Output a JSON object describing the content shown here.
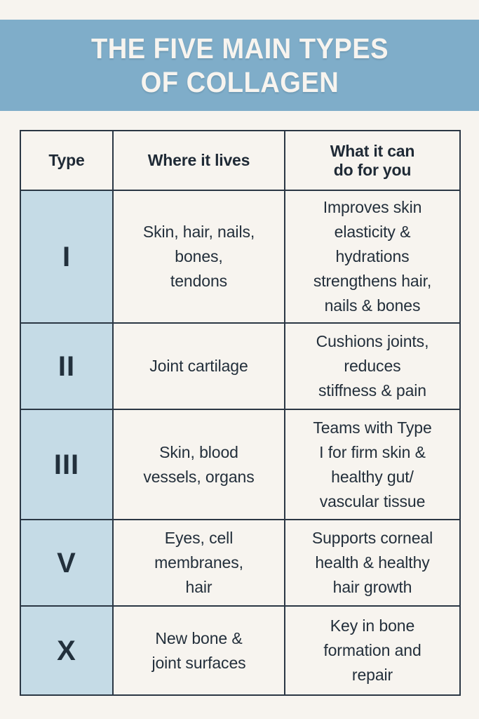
{
  "banner": {
    "title_line_1": "THE FIVE MAIN TYPES",
    "title_line_2": "OF COLLAGEN",
    "background_color": "#7fadc9",
    "text_color": "#f7f4ef"
  },
  "page": {
    "background_color": "#f7f4ef",
    "border_color": "#2b3744",
    "type_cell_color": "#c5dbe6",
    "body_text_color": "#232f3b"
  },
  "table": {
    "headers": {
      "type": "Type",
      "where": "Where it lives",
      "what": "What it can\ndo for you"
    },
    "rows": [
      {
        "type": "I",
        "where": "Skin, hair, nails,\nbones,\ntendons",
        "what": "Improves skin\nelasticity &\nhydrations\nstrengthens hair,\nnails & bones"
      },
      {
        "type": "II",
        "where": "Joint cartilage",
        "what": "Cushions joints,\nreduces\nstiffness & pain"
      },
      {
        "type": "III",
        "where": "Skin, blood\nvessels, organs",
        "what": "Teams with Type\nI for firm skin &\nhealthy gut/\nvascular tissue"
      },
      {
        "type": "V",
        "where": "Eyes, cell\nmembranes,\nhair",
        "what": "Supports corneal\nhealth & healthy\nhair growth"
      },
      {
        "type": "X",
        "where": "New bone &\njoint surfaces",
        "what": "Key in bone\nformation and\nrepair"
      }
    ]
  }
}
